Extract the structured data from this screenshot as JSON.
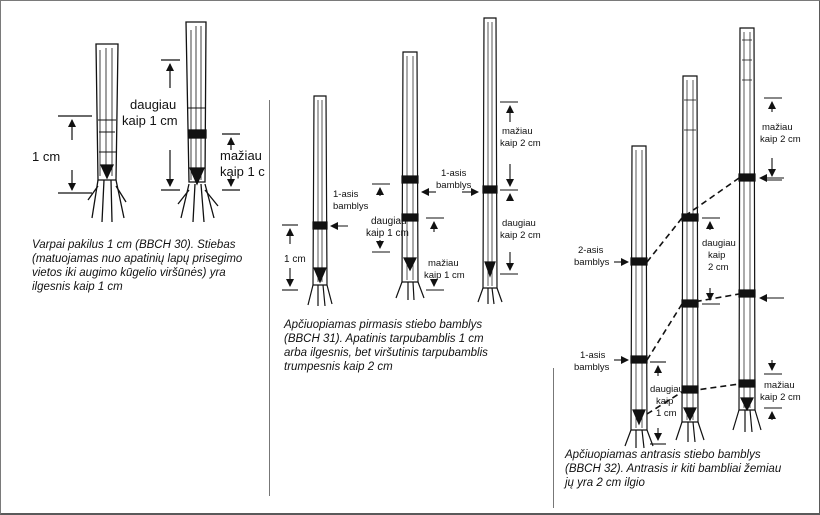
{
  "panel1": {
    "one_cm": "1 cm",
    "more_label": [
      "daugiau",
      "kaip 1 cm"
    ],
    "less_label": [
      "mažiau",
      "kaip 1 c"
    ],
    "caption": [
      "Varpai pakilus 1 cm (BBCH 30). Stiebas",
      "(matuojamas nuo apatinių lapų prisegimo",
      "vietos iki augimo kūgelio viršūnės) yra",
      "ilgesnis kaip 1 cm"
    ]
  },
  "panel2": {
    "node1": [
      "1-asis",
      "bamblys"
    ],
    "node1_mid": [
      "1-asis",
      "bamblys"
    ],
    "one_cm": "1 cm",
    "more": [
      "daugiau",
      "kaip 1 cm"
    ],
    "less1": [
      "mažiau",
      "kaip 1 cm"
    ],
    "less2": [
      "mažiau",
      "kaip 2 cm"
    ],
    "more2": [
      "daugiau",
      "kaip 2 cm"
    ],
    "caption": [
      "Apčiuopiamas pirmasis stiebo bamblys",
      "(BBCH 31). Apatinis tarpubamblis 1 cm",
      "arba ilgesnis, bet viršutinis tarpubamblis",
      "trumpesnis kaip 2 cm"
    ]
  },
  "panel3": {
    "node2": [
      "2-asis",
      "bamblys"
    ],
    "node1": [
      "1-asis",
      "bamblys"
    ],
    "less2": [
      "mažiau",
      "kaip 2 cm"
    ],
    "more2": [
      "daugiau",
      "kaip",
      "2 cm"
    ],
    "more1": [
      "daugiau",
      "kaip",
      "1 cm"
    ],
    "less2b": [
      "mažiau",
      "kaip 2 cm"
    ],
    "caption": [
      "Apčiuopiamas antrasis stiebo bamblys",
      "(BBCH 32). Antrasis ir kiti bambliai žemiau",
      "jų yra 2 cm ilgio"
    ]
  },
  "colors": {
    "ink": "#111111",
    "border": "#7a7a7a",
    "divider": "#777777"
  }
}
